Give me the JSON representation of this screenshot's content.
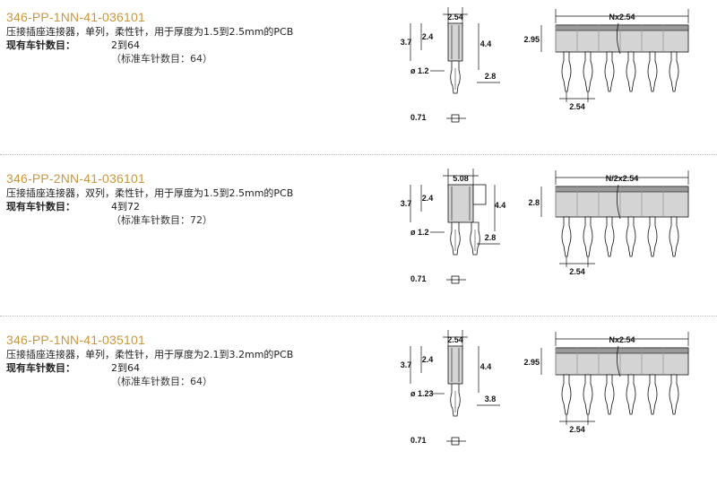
{
  "sections": [
    {
      "part_number": "346-PP-1NN-41-036101",
      "description": "压接插座连接器，单列，柔性针，用于厚度为1.5到2.5mm的PCB",
      "count_label": "现有车针数目：",
      "count_value": "2到64",
      "standard_count": "（标准车针数目：64）",
      "dims": {
        "top_width": "2.54",
        "height_left": "3.7",
        "inner_height": "2.4",
        "right_height": "4.4",
        "pin_diameter": "ø 1.2",
        "pin_length": "2.8",
        "pin_thickness": "0.71",
        "front_width": "Nx2.54",
        "front_height": "2.95",
        "front_pitch": "2.54"
      },
      "rows": 1
    },
    {
      "part_number": "346-PP-2NN-41-036101",
      "description": "压接插座连接器，双列，柔性针，用于厚度为1.5到2.5mm的PCB",
      "count_label": "现有车针数目：",
      "count_value": "4到72",
      "standard_count": "（标准车针数目：72）",
      "dims": {
        "top_width": "5.08",
        "height_left": "3.7",
        "inner_height": "2.4",
        "right_height": "4.4",
        "pin_diameter": "ø 1.2",
        "pin_length": "2.8",
        "pin_thickness": "0.71",
        "front_width": "N/2x2.54",
        "front_height": "2.8",
        "front_pitch": "2.54"
      },
      "rows": 2
    },
    {
      "part_number": "346-PP-1NN-41-035101",
      "description": "压接插座连接器，单列，柔性针，用于厚度为2.1到3.2mm的PCB",
      "count_label": "现有车针数目：",
      "count_value": "2到64",
      "standard_count": "（标准车针数目：64）",
      "dims": {
        "top_width": "2.54",
        "height_left": "3.7",
        "inner_height": "2.4",
        "right_height": "4.4",
        "pin_diameter": "ø 1.23",
        "pin_length": "3.8",
        "pin_thickness": "0.71",
        "front_width": "Nx2.54",
        "front_height": "2.95",
        "front_pitch": "2.54"
      },
      "rows": 1
    }
  ],
  "colors": {
    "part_number": "#c8973f",
    "drawing_fill": "#d4d4d4",
    "drawing_dark": "#9a9a9a",
    "line": "#111111"
  }
}
